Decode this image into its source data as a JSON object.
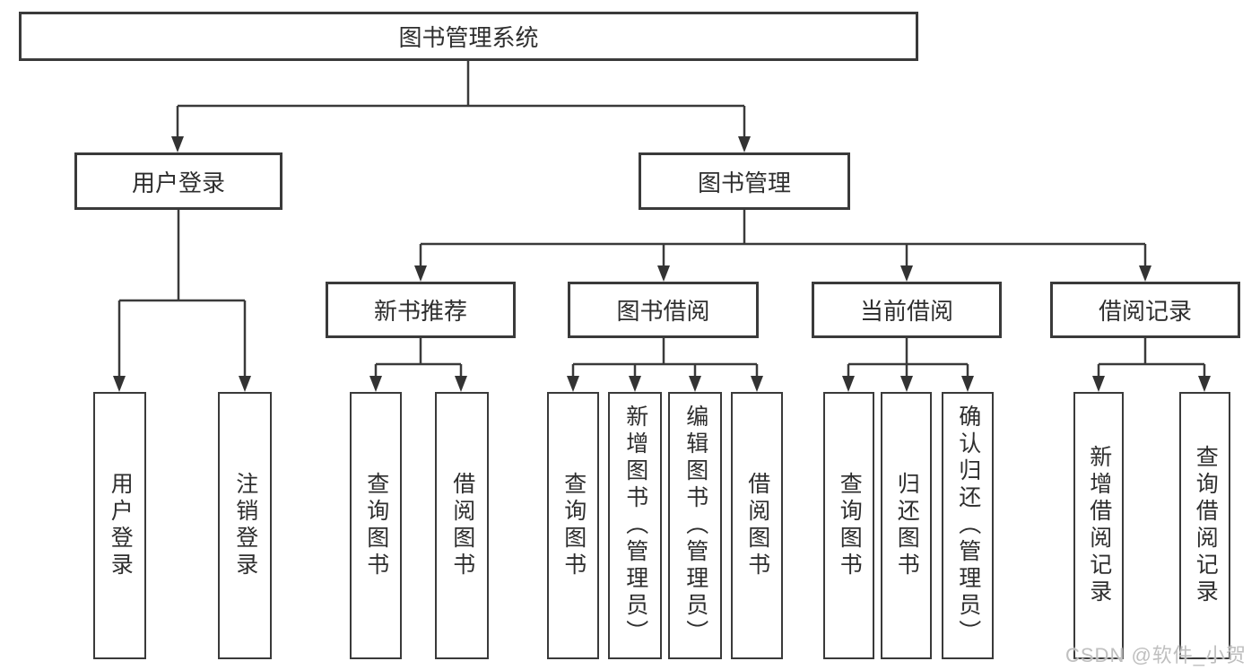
{
  "diagram": {
    "root": {
      "label": "图书管理系统"
    },
    "level2": [
      {
        "label": "用户登录",
        "children": [
          {
            "label": "用户登录"
          },
          {
            "label": "注销登录"
          }
        ]
      },
      {
        "label": "图书管理",
        "groups": [
          {
            "label": "新书推荐",
            "children": [
              {
                "label": "查询图书"
              },
              {
                "label": "借阅图书"
              }
            ]
          },
          {
            "label": "图书借阅",
            "children": [
              {
                "label": "查询图书"
              },
              {
                "label": "新增图书（管理员）"
              },
              {
                "label": "编辑图书（管理员）"
              },
              {
                "label": "借阅图书"
              }
            ]
          },
          {
            "label": "当前借阅",
            "children": [
              {
                "label": "查询图书"
              },
              {
                "label": "归还图书"
              },
              {
                "label": "确认归还（管理员）"
              }
            ]
          },
          {
            "label": "借阅记录",
            "children": [
              {
                "label": "新增借阅记录"
              },
              {
                "label": "查询借阅记录"
              }
            ]
          }
        ]
      }
    ]
  },
  "watermark": {
    "text": "CSDN @软件_小贺同学"
  },
  "colors": {
    "line": "#3a3a3a",
    "box_border": "#3a3a3a",
    "text": "#2e2e2e",
    "watermark": "#bfbfbf",
    "background": "#ffffff"
  }
}
